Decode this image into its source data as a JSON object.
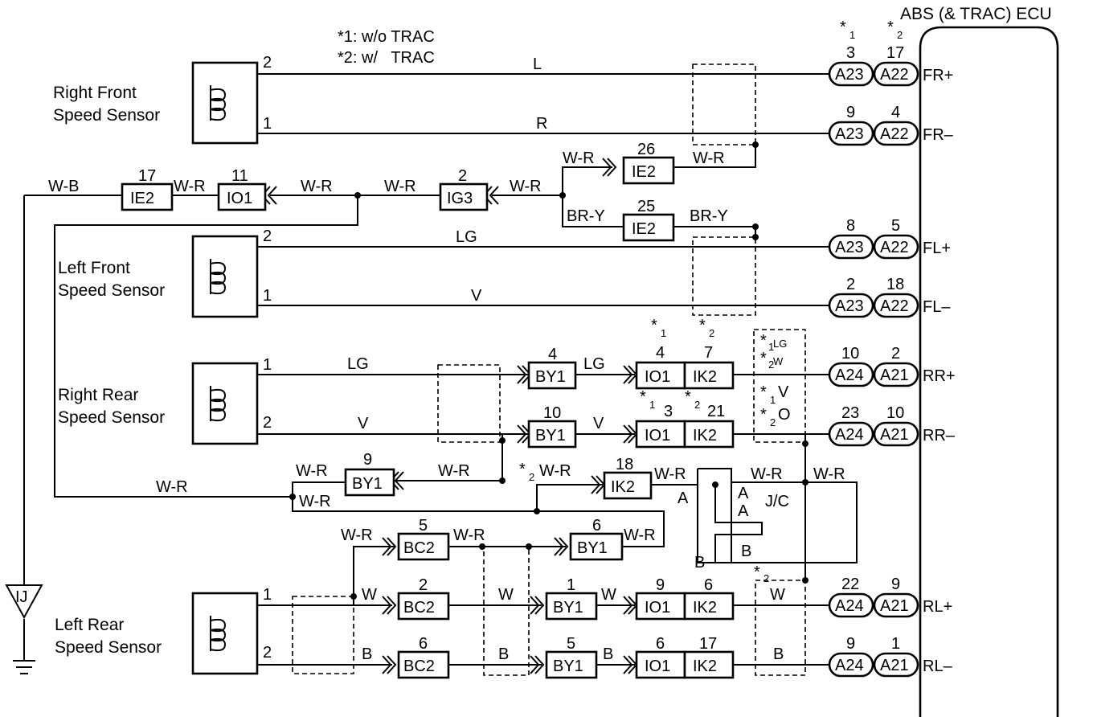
{
  "ecu_title": "ABS (& TRAC) ECU",
  "notes": [
    "*1: w/o TRAC",
    "*2: w/   TRAC"
  ],
  "sensors": {
    "rf": [
      "Right Front",
      "Speed Sensor"
    ],
    "lf": [
      "Left Front",
      "Speed Sensor"
    ],
    "rr": [
      "Right Rear",
      "Speed Sensor"
    ],
    "lr": [
      "Left Rear",
      "Speed Sensor"
    ]
  },
  "ground": "IJ",
  "ecu_terminals": [
    "FR+",
    "FR–",
    "FL+",
    "FL–",
    "RR+",
    "RR–",
    "RL+",
    "RL–"
  ],
  "ecu_conns": [
    "A23",
    "A22",
    "A23",
    "A22",
    "A23",
    "A22",
    "A23",
    "A22",
    "A24",
    "A21",
    "A24",
    "A21",
    "A24",
    "A21",
    "A24",
    "A21"
  ],
  "ecu_pins": [
    "3",
    "17",
    "9",
    "4",
    "8",
    "5",
    "2",
    "18",
    "10",
    "2",
    "23",
    "10",
    "22",
    "9",
    "9",
    "1"
  ],
  "ecu_hdr_marks": [
    "*",
    "1",
    "*",
    "2"
  ],
  "sensor_pins": [
    "2",
    "1",
    "2",
    "1",
    "1",
    "2",
    "1",
    "2"
  ],
  "wire_colors": [
    "L",
    "R",
    "W-R",
    "W-R",
    "BR-Y",
    "BR-Y",
    "W-B",
    "W-R",
    "W-R",
    "W-R",
    "W-R",
    "LG",
    "V",
    "LG",
    "LG",
    "V",
    "V",
    "W-R",
    "W-R",
    "W-R",
    "W-R",
    "W-R",
    "W-R",
    "W-R",
    "W-R",
    "W-R",
    "W-R",
    "W-R",
    "W",
    "W",
    "W",
    "W",
    "B",
    "B",
    "B",
    "B"
  ],
  "conns": [
    "IE2",
    "IE2",
    "IE2",
    "IO1",
    "IG3",
    "BY1",
    "BY1",
    "IO1",
    "IK2",
    "IO1",
    "IK2",
    "BY1",
    "IK2",
    "BC2",
    "BY1",
    "BC2",
    "BY1",
    "IO1",
    "IK2",
    "BC2",
    "BY1",
    "IO1",
    "IK2"
  ],
  "conn_pins": [
    "26",
    "25",
    "17",
    "11",
    "2",
    "4",
    "10",
    "4",
    "7",
    "3",
    "21",
    "9",
    "18",
    "5",
    "6",
    "2",
    "1",
    "9",
    "6",
    "6",
    "5",
    "6",
    "17"
  ],
  "marks": [
    "*",
    "1",
    "*",
    "2",
    "*",
    "1",
    "*",
    "2",
    "*",
    "2",
    "*",
    "1",
    "LG",
    "*",
    "2",
    "W",
    "*",
    "1",
    "V",
    "*",
    "2",
    "O",
    "*",
    "2"
  ],
  "jc": [
    "J/C",
    "A",
    "A",
    "A",
    "B",
    "B"
  ]
}
